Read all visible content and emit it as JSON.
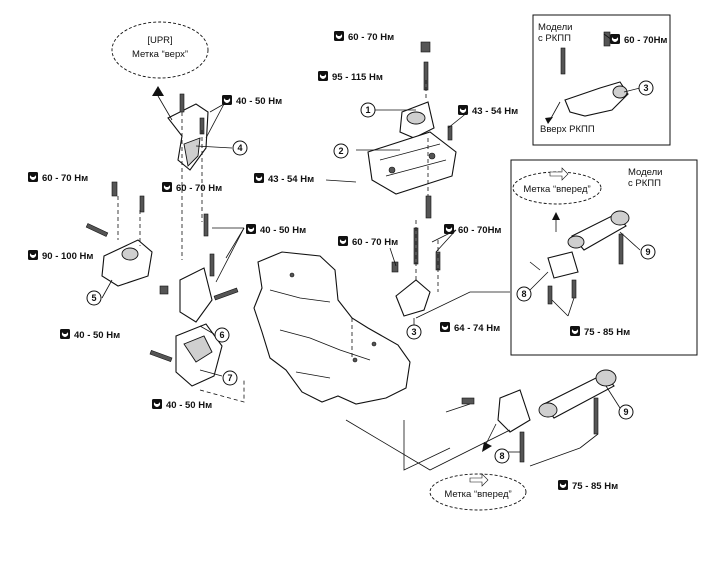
{
  "torques": {
    "t1": "60 - 70 Нм",
    "t2": "95 - 115 Нм",
    "t3": "43 - 54 Нм",
    "t4": "40 - 50 Нм",
    "t5": "60 - 70 Нм",
    "t6": "60 - 70 Нм",
    "t7": "43 - 54 Нм",
    "t8": "90 - 100 Нм",
    "t9": "40 - 50 Нм",
    "t10": "60 - 70 Нм",
    "t11": "60 - 70Нм",
    "t12": "40 - 50 Нм",
    "t13": "64 - 74 Нм",
    "t14": "40 - 50 Нм",
    "t15": "75 - 85 Нм",
    "t16": "75 - 85 Нм",
    "t17": "60 - 70Нм"
  },
  "callouts": {
    "upr_line1": "[UPR]",
    "upr_line2": "Метка “верх”",
    "front_top": "Метка “вперед”",
    "front_bottom": "Метка “вперед”"
  },
  "insets": {
    "top_line1": "Модели",
    "top_line2": "с РКПП",
    "top_note": "Вверх РКПП",
    "mid_line1": "Модели",
    "mid_line2": "с РКПП"
  },
  "part_numbers": [
    "1",
    "2",
    "3",
    "4",
    "5",
    "6",
    "7",
    "8",
    "9"
  ]
}
